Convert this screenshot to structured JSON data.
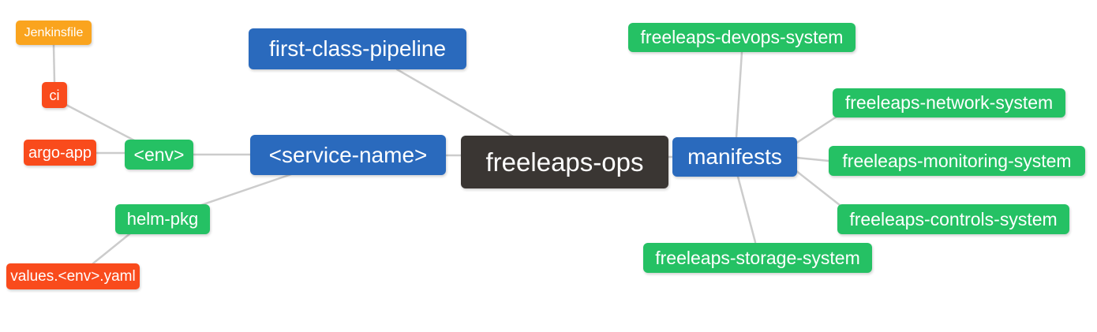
{
  "diagram_title": "freeleaps-ops mind map",
  "palette": {
    "blue": "#2a6abd",
    "green": "#25c164",
    "orange": "#faa41e",
    "red": "#f94b1c",
    "dark": "#3a3633",
    "line": "#cccccc",
    "text": "#ffffff",
    "background": "#ffffff"
  },
  "nodes": {
    "freeleaps_ops": {
      "label": "freeleaps-ops",
      "color": "#3a3633"
    },
    "first_class_pipeline": {
      "label": "first-class-pipeline",
      "color": "#2a6abd"
    },
    "service_name": {
      "label": "<service-name>",
      "color": "#2a6abd"
    },
    "manifests": {
      "label": "manifests",
      "color": "#2a6abd"
    },
    "env": {
      "label": "<env>",
      "color": "#25c164"
    },
    "helm_pkg": {
      "label": "helm-pkg",
      "color": "#25c164"
    },
    "ci": {
      "label": "ci",
      "color": "#f94b1c"
    },
    "argo_app": {
      "label": "argo-app",
      "color": "#f94b1c"
    },
    "jenkinsfile": {
      "label": "Jenkinsfile",
      "color": "#faa41e"
    },
    "values_env_yaml": {
      "label": "values.<env>.yaml",
      "color": "#f94b1c"
    },
    "devops_system": {
      "label": "freeleaps-devops-system",
      "color": "#25c164"
    },
    "network_system": {
      "label": "freeleaps-network-system",
      "color": "#25c164"
    },
    "monitoring_system": {
      "label": "freeleaps-monitoring-system",
      "color": "#25c164"
    },
    "controls_system": {
      "label": "freeleaps-controls-system",
      "color": "#25c164"
    },
    "storage_system": {
      "label": "freeleaps-storage-system",
      "color": "#25c164"
    }
  },
  "edges": [
    {
      "from": "jenkinsfile",
      "to": "ci"
    },
    {
      "from": "ci",
      "to": "env"
    },
    {
      "from": "argo_app",
      "to": "env"
    },
    {
      "from": "env",
      "to": "service_name"
    },
    {
      "from": "helm_pkg",
      "to": "service_name"
    },
    {
      "from": "values_env_yaml",
      "to": "helm_pkg"
    },
    {
      "from": "first_class_pipeline",
      "to": "freeleaps_ops"
    },
    {
      "from": "service_name",
      "to": "freeleaps_ops"
    },
    {
      "from": "freeleaps_ops",
      "to": "manifests"
    },
    {
      "from": "manifests",
      "to": "devops_system"
    },
    {
      "from": "manifests",
      "to": "network_system"
    },
    {
      "from": "manifests",
      "to": "monitoring_system"
    },
    {
      "from": "manifests",
      "to": "controls_system"
    },
    {
      "from": "manifests",
      "to": "storage_system"
    }
  ]
}
